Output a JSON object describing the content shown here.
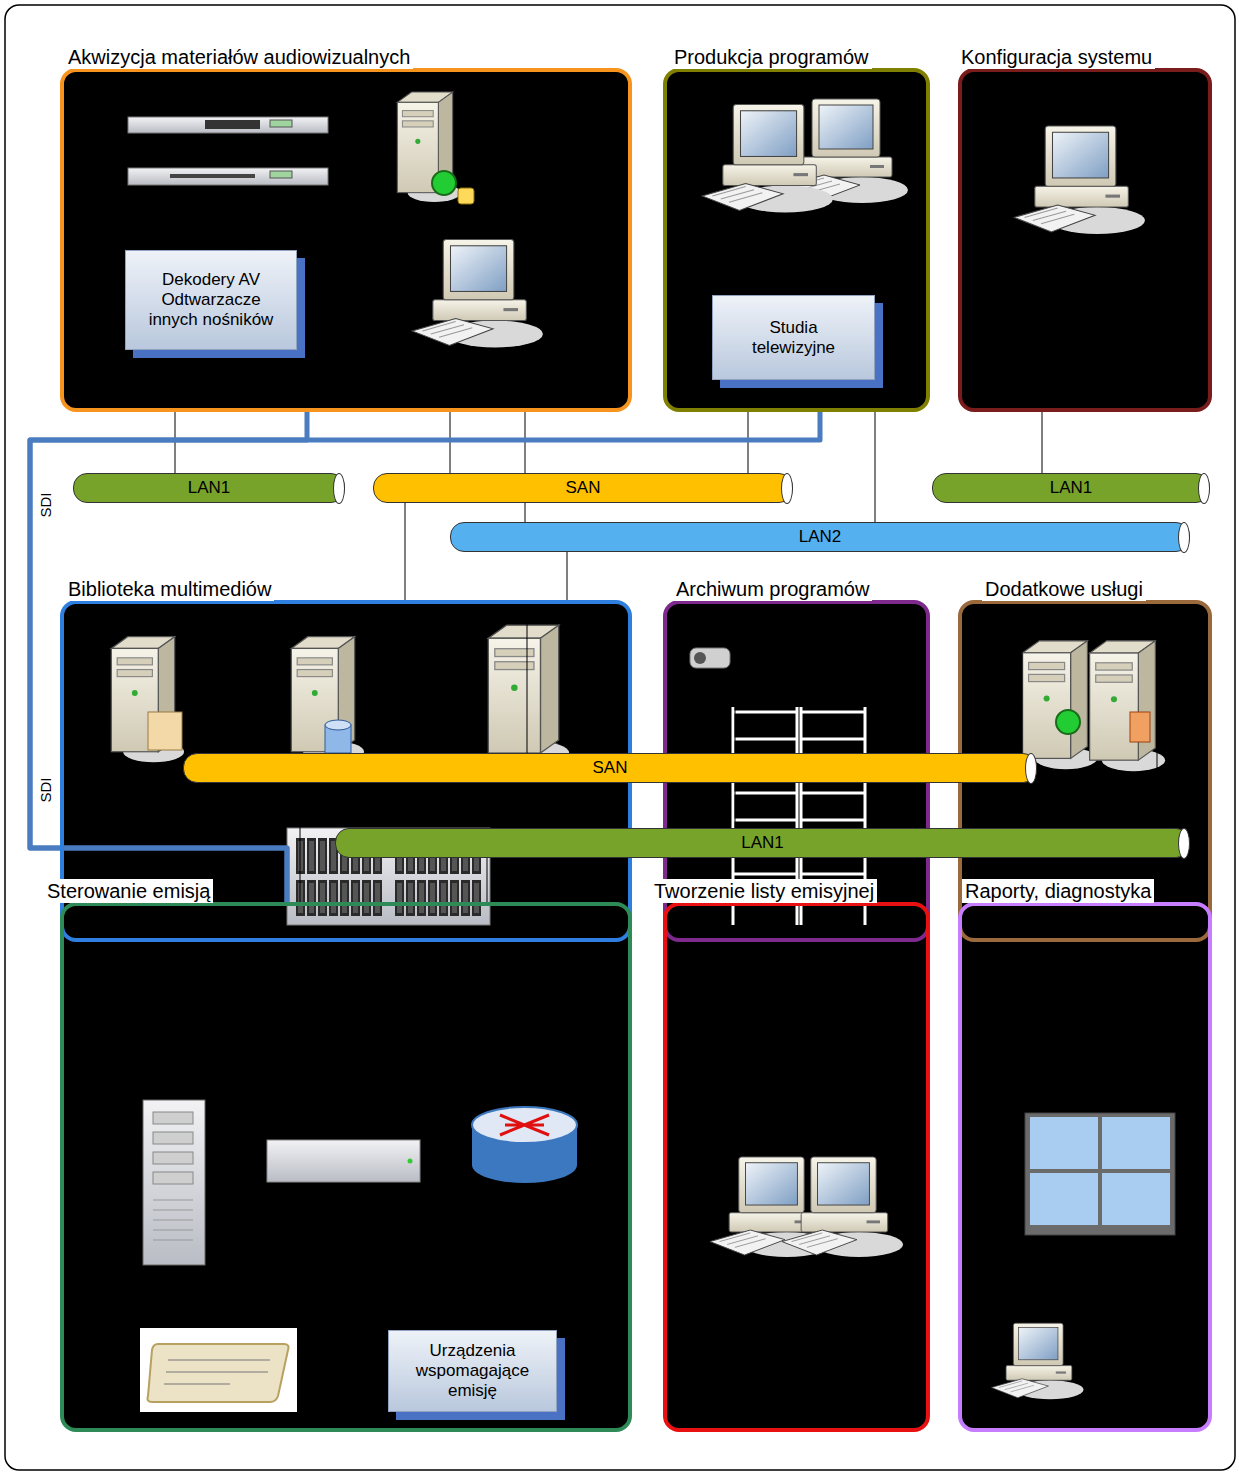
{
  "diagram": {
    "nodes": [
      {
        "text": [
          "Akwizycja materiałów audiowizualnych"
        ]
      },
      {
        "text": [
          "Dekodery AV Odtwarzacze innych nośników"
        ],
        "in": 0
      },
      {
        "text": [
          "Produkcja programów"
        ]
      },
      {
        "text": [
          "Studia telewizyjne"
        ],
        "in": 2
      },
      {
        "text": [
          "Konfiguracja systemu"
        ]
      },
      {
        "text": [
          "LAN1"
        ]
      },
      {
        "text": [
          "SAN"
        ]
      },
      {
        "text": [
          "LAN1"
        ]
      },
      {
        "text": [
          "LAN2"
        ]
      },
      {
        "text": [
          "Biblioteka multimediów"
        ]
      },
      {
        "text": [
          "Archiwum programów"
        ]
      },
      {
        "text": [
          "Dodatkowe usługi"
        ]
      },
      {
        "text": [
          "SAN"
        ]
      },
      {
        "text": [
          "LAN1"
        ]
      },
      {
        "text": [
          "Sterowanie emisją"
        ]
      },
      {
        "text": [
          "Urządzenia wspomagające emisję"
        ],
        "in": 14
      },
      {
        "text": [
          "Tworzenie listy emisyjnej"
        ]
      },
      {
        "text": [
          "Raporty, diagnostyka"
        ]
      }
    ],
    "edges": [
      {
        "from": 0,
        "to": 5,
        "arrow": "none"
      },
      {
        "from": 0,
        "to": 6,
        "arrow": "none"
      },
      {
        "from": 0,
        "to": 8,
        "arrow": "none"
      },
      {
        "from": 2,
        "to": 6,
        "arrow": "none"
      },
      {
        "from": 2,
        "to": 8,
        "arrow": "none"
      },
      {
        "from": 4,
        "to": 7,
        "arrow": "none"
      },
      {
        "from": 6,
        "to": 9,
        "arrow": "none"
      },
      {
        "from": 8,
        "to": 9,
        "arrow": "none"
      },
      {
        "from": 9,
        "to": 12,
        "arrow": "none"
      },
      {
        "from": 9,
        "to": 13,
        "arrow": "none"
      },
      {
        "from": 10,
        "to": 13,
        "arrow": "none"
      },
      {
        "from": 11,
        "to": 12,
        "arrow": "none"
      },
      {
        "from": 11,
        "to": 13,
        "arrow": "none"
      },
      {
        "from": 12,
        "to": 14,
        "arrow": "none"
      },
      {
        "from": 13,
        "to": 14,
        "arrow": "none"
      },
      {
        "from": 13,
        "to": 16,
        "arrow": "none"
      },
      {
        "from": 13,
        "to": 17,
        "arrow": "none"
      },
      {
        "from": 0,
        "to": 14,
        "label": "SDI",
        "arrow": "none"
      },
      {
        "from": 2,
        "to": 14,
        "label": "SDI",
        "arrow": "none"
      }
    ]
  }
}
